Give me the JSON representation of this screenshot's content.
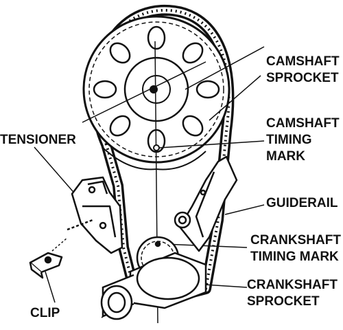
{
  "labels": {
    "camshaft_sprocket": [
      "CAMSHAFT",
      "SPROCKET"
    ],
    "camshaft_timing_mark": [
      "CAMSHAFT",
      "TIMING",
      "MARK"
    ],
    "tensioner": "TENSIONER",
    "guiderail": "GUIDERAIL",
    "crankshaft_timing_mark": [
      "CRANKSHAFT",
      "TIMING MARK"
    ],
    "crankshaft_sprocket": [
      "CRANKSHAFT",
      "SPROCKET"
    ],
    "clip": "CLIP"
  },
  "colors": {
    "ink": "#111111",
    "paper": "#ffffff"
  }
}
